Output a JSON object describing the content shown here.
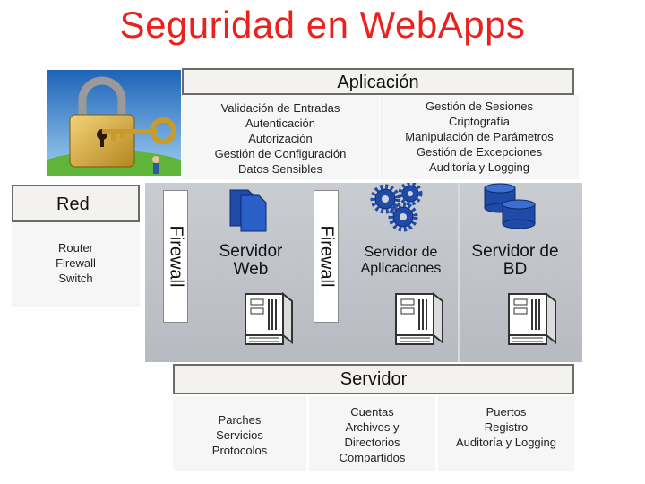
{
  "title": "Seguridad en WebApps",
  "aplicacion": {
    "label": "Aplicación",
    "left_items": [
      "Validación de Entradas",
      "Autenticación",
      "Autorización",
      "Gestión de Configuración",
      "Datos Sensibles"
    ],
    "right_items": [
      "Gestión de Sesiones",
      "Criptografía",
      "Manipulación de Parámetros",
      "Gestión de Excepciones",
      "Auditoría y Logging"
    ]
  },
  "red": {
    "label": "Red",
    "items": [
      "Router",
      "Firewall",
      "Switch"
    ]
  },
  "firewalls": [
    "Firewall",
    "Firewall"
  ],
  "servers": {
    "web": [
      "Servidor",
      "Web"
    ],
    "app": [
      "Servidor de",
      "Aplicaciones"
    ],
    "db": [
      "Servidor de",
      "BD"
    ]
  },
  "servidor": {
    "label": "Servidor",
    "col1": [
      "Parches",
      "Servicios",
      "Protocolos"
    ],
    "col2": [
      "Cuentas",
      "Archivos y",
      "Directorios",
      "Compartidos"
    ],
    "col3": [
      "Puertos",
      "Registro",
      "Auditoría y Logging"
    ]
  },
  "colors": {
    "title": "#e8231f",
    "band": "#bfc2c7",
    "server_blue": "#1f4aa8"
  },
  "icons": [
    "padlock-key-icon",
    "documents-icon",
    "gears-icon",
    "database-icon",
    "server-tower-icon"
  ]
}
